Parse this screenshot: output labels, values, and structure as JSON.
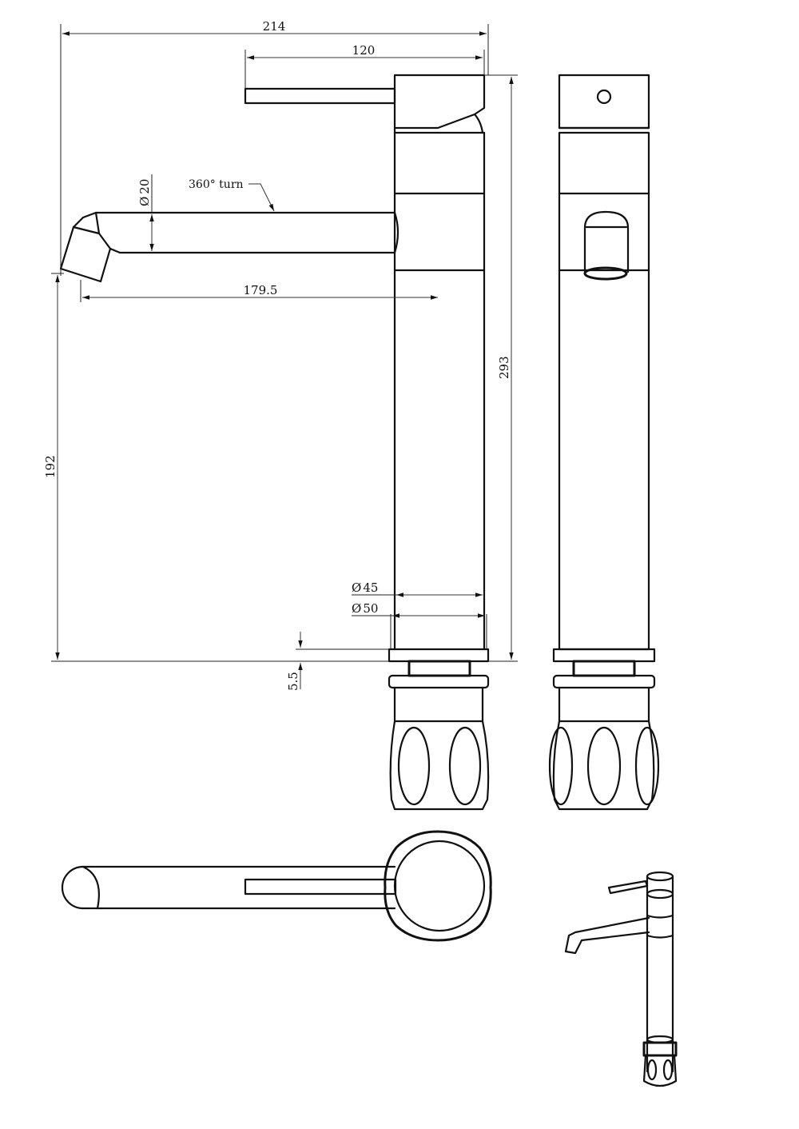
{
  "dimensions": {
    "total_width": "214",
    "handle_width": "120",
    "spout_diameter": "20",
    "turn_note": "360° turn",
    "spout_reach": "179.5",
    "total_height": "293",
    "spout_height": "192",
    "body_diameter_1": "45",
    "body_diameter_2": "50",
    "base_thickness": "5.5"
  },
  "symbols": {
    "diameter": "Ø"
  },
  "views": [
    "side-view",
    "front-view",
    "top-view",
    "isometric-view"
  ]
}
